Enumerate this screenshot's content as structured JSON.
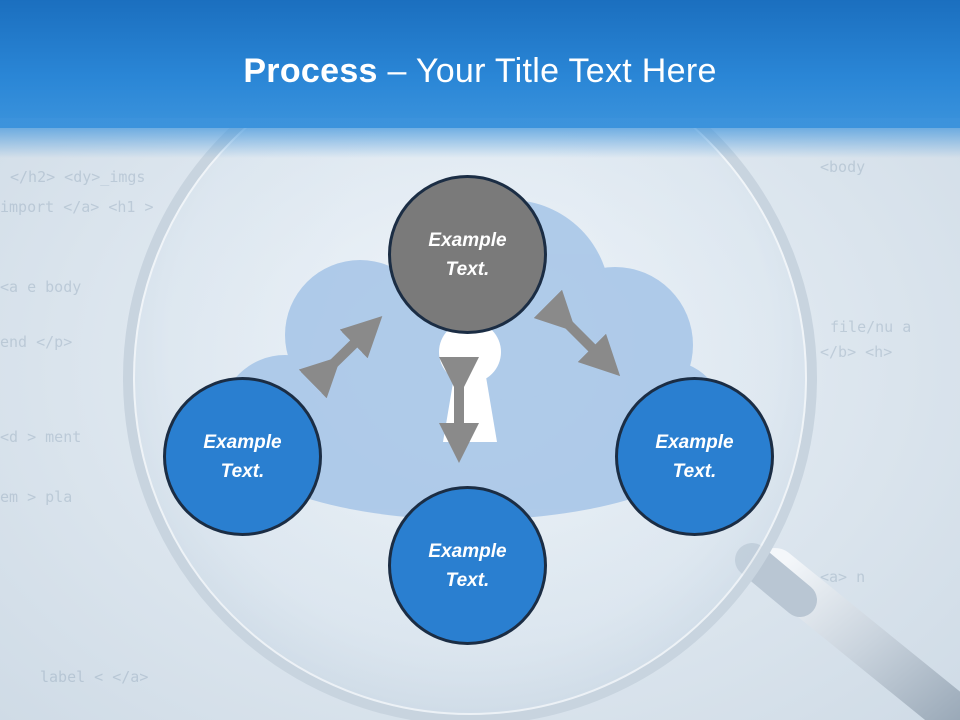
{
  "slide": {
    "title_bold": "Process",
    "title_rest": " – Your Title Text Here"
  },
  "nodes": {
    "top": "Example\nText.",
    "left": "Example\nText.",
    "bottom": "Example\nText.",
    "right": "Example\nText."
  },
  "colors": {
    "header": "#2a86d6",
    "node_blue": "#2a7fd0",
    "node_gray": "#7a7a7a",
    "node_border": "#1b2d44",
    "arrow": "#8a8a8a",
    "cloud": "#a9c7e8"
  },
  "icons": [
    "cloud-icon",
    "keyhole-icon",
    "magnifying-glass-icon"
  ]
}
